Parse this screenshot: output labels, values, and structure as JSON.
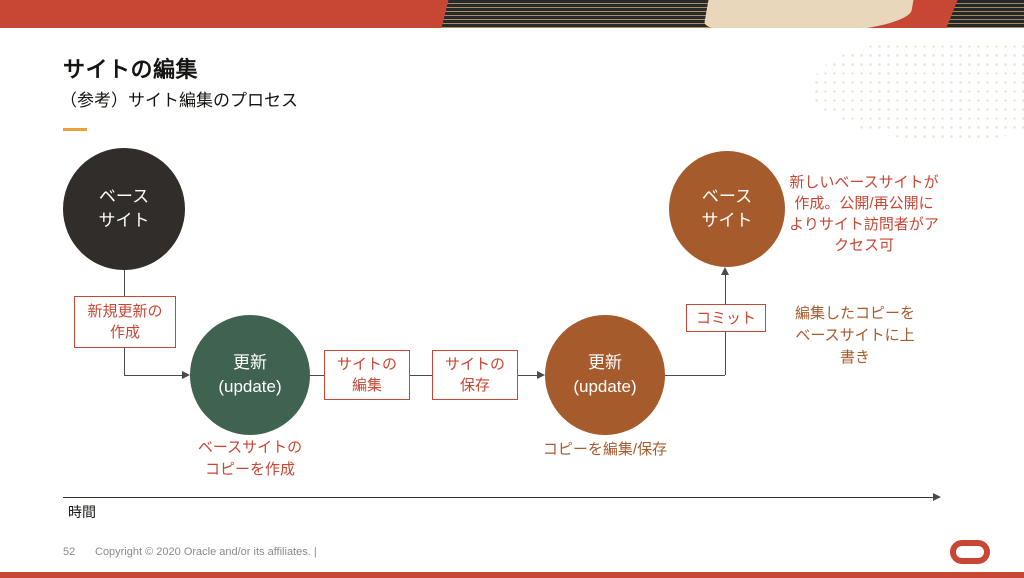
{
  "colors": {
    "accent": "#c74634",
    "dark": "#312d2a",
    "green": "#3f6350",
    "brown": "#a65b2c",
    "gold": "#e9a13b"
  },
  "header": {
    "title": "サイトの編集",
    "subtitle": "（参考）サイト編集のプロセス"
  },
  "diagram": {
    "base_site_left": "ベース\nサイト",
    "update_green": "更新\n(update)",
    "update_brown": "更新\n(update)",
    "base_site_right": "ベース\nサイト",
    "box_create_update": "新規更新の\n作成",
    "box_edit_site": "サイトの\n編集",
    "box_save_site": "サイトの\n保存",
    "box_commit": "コミット",
    "caption_green": "ベースサイトの\nコピーを作成",
    "caption_brown": "コピーを編集/保存",
    "note_top_right": "新しいベースサイトが\n作成。公開/再公開に\nよりサイト訪問者がア\nクセス可",
    "note_commit": "編集したコピーを\nベースサイトに上\n書き",
    "time_label": "時間"
  },
  "footer": {
    "page_number": "52",
    "copyright": "Copyright © 2020 Oracle and/or its affiliates. |"
  }
}
